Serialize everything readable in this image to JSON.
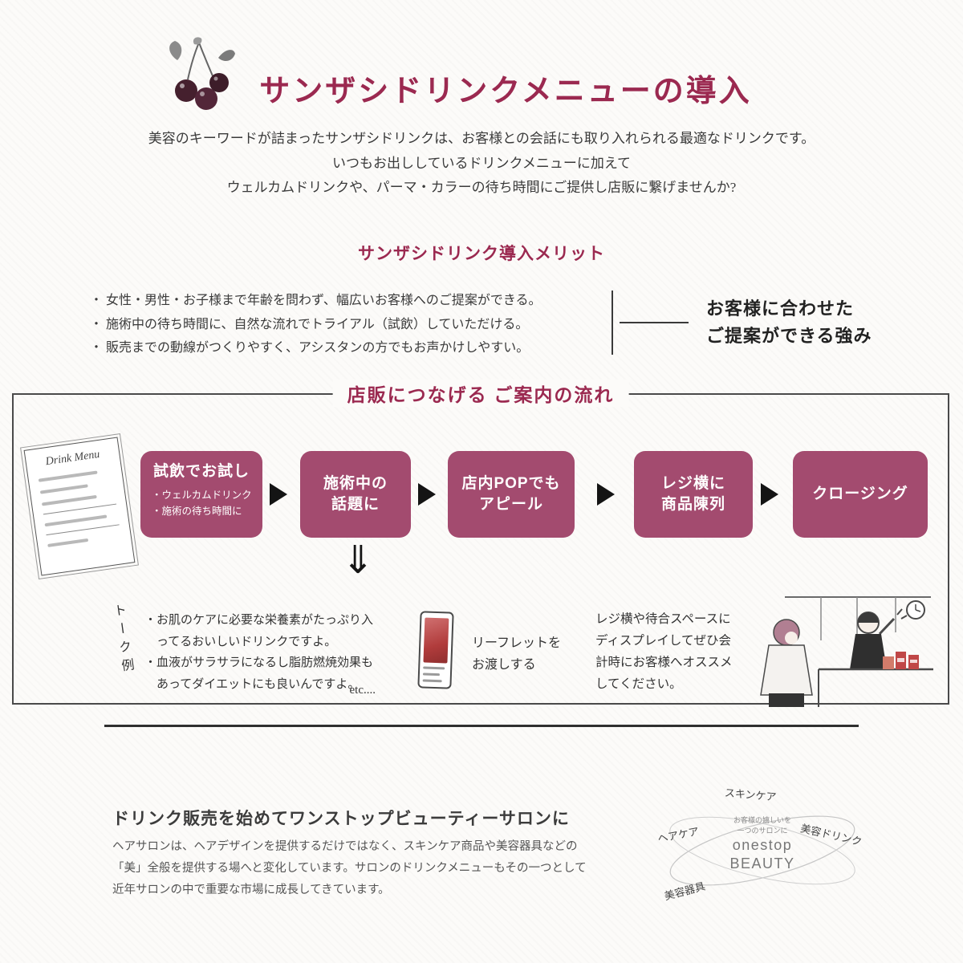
{
  "header": {
    "title": "サンザシドリンクメニューの導入",
    "intro": "美容のキーワードが詰まったサンザシドリンクは、お客様との会話にも取り入れられる最適なドリンクです。\nいつもお出ししているドリンクメニューに加えて\nウェルカムドリンクや、パーマ・カラーの待ち時間にご提供し店販に繋げませんか?"
  },
  "merits": {
    "title": "サンザシドリンク導入メリット",
    "items": [
      "・ 女性・男性・お子様まで年齢を問わず、幅広いお客様へのご提案ができる。",
      "・ 施術中の待ち時間に、自然な流れでトライアル（試飲）していただける。",
      "・ 販売までの動線がつくりやすく、アシスタンの方でもお声かけしやすい。"
    ],
    "highlight": "お客様に合わせた\nご提案ができる強み"
  },
  "flow": {
    "title": "店販につなげる ご案内の流れ",
    "menu_card_title": "Drink Menu",
    "steps": [
      {
        "label": "試飲でお試し",
        "sub": "・ウェルカムドリンク\n・施術の待ち時間に"
      },
      {
        "label": "施術中の\n話題に",
        "sub": ""
      },
      {
        "label": "店内POPでも\nアピール",
        "sub": ""
      },
      {
        "label": "レジ横に\n商品陳列",
        "sub": ""
      },
      {
        "label": "クロージング",
        "sub": ""
      }
    ],
    "down_arrow": "⇓",
    "talk": {
      "label": "トーク例",
      "text": "・お肌のケアに必要な栄養素がたっぷり入\n　ってるおいしいドリンクですよ。\n・血液がサラサラになるし脂肪燃焼効果も\n　あってダイエットにも良いんですよ。",
      "etc": "etc....",
      "leaflet_caption": "リーフレットを\nお渡しする",
      "register_note": "レジ横や待合スペースに\nディスプレイしてぜひ会\n計時にお客様へオススメ\nしてください。"
    }
  },
  "bottom": {
    "heading": "ドリンク販売を始めてワンストップビューティーサロンに",
    "body": "ヘアサロンは、ヘアデザインを提供するだけではなく、スキンケア商品や美容器具などの\n「美」全般を提供する場へと変化しています。サロンのドリンクメニューもその一つとして\n近年サロンの中で重要な市場に成長してきています。",
    "diagram": {
      "tagline": "お客様の嬉しいを\n一つのサロンに",
      "brand_line1": "onestop",
      "brand_line2": "BEAUTY",
      "labels": [
        "スキンケア",
        "美容ドリンク",
        "美容器具",
        "ヘアケア"
      ]
    }
  },
  "colors": {
    "maroon": "#9b2950",
    "box_fill": "#a34b6f",
    "accent_red": "#c04747"
  }
}
